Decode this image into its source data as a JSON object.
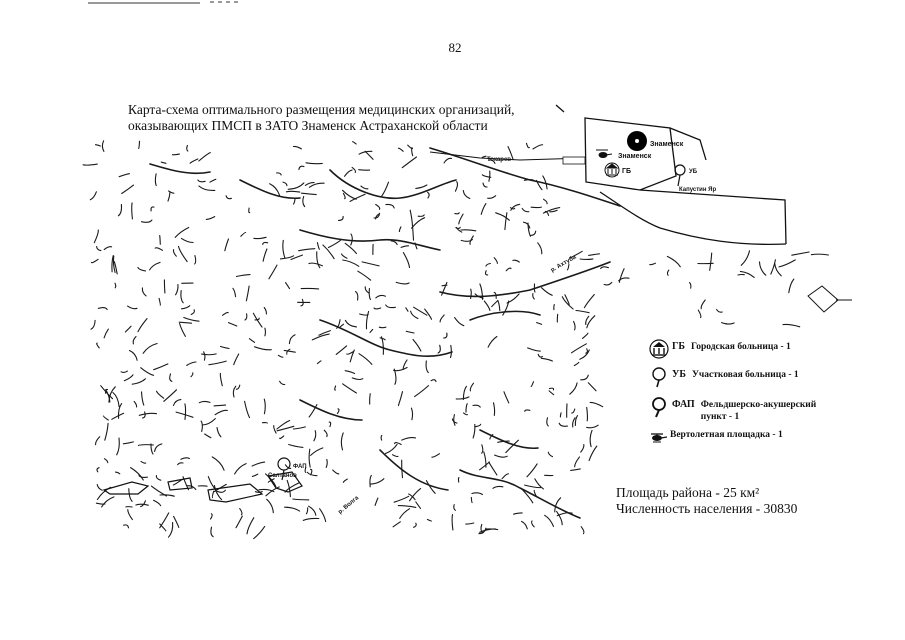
{
  "page_number": "82",
  "title": {
    "line1": "Карта-схема оптимального размещения медицинских организаций,",
    "line2": "оказывающих ПМСП в ЗАТО Знаменск Астраханской области"
  },
  "map": {
    "places": {
      "znamensk_top": "Знаменск",
      "znamensk": "Знаменск",
      "kapustin_yar": "Капустин Яр",
      "tokarev": "Токарев",
      "saltanov": "Салтанов"
    },
    "rivers": {
      "akhtuba": "р. Ахтуба",
      "volga": "р. Волга"
    },
    "markers": {
      "gb": "ГБ",
      "ub": "УБ",
      "fap": "ФАП"
    }
  },
  "legend": [
    {
      "icon": "hospital-building-icon",
      "abbr": "ГБ",
      "text": "Городская больница - 1"
    },
    {
      "icon": "map-pin-icon",
      "abbr": "УБ",
      "text": "Участковая больница - 1"
    },
    {
      "icon": "map-pin-icon",
      "abbr": "ФАП",
      "text": "Фельдшерско-акушерский пункт - 1"
    },
    {
      "icon": "helicopter-icon",
      "abbr": "",
      "text": "Вертолетная площадка - 1"
    }
  ],
  "stats": {
    "area": "Площадь района - 25 км²",
    "population": "Численность населения - 30830"
  }
}
